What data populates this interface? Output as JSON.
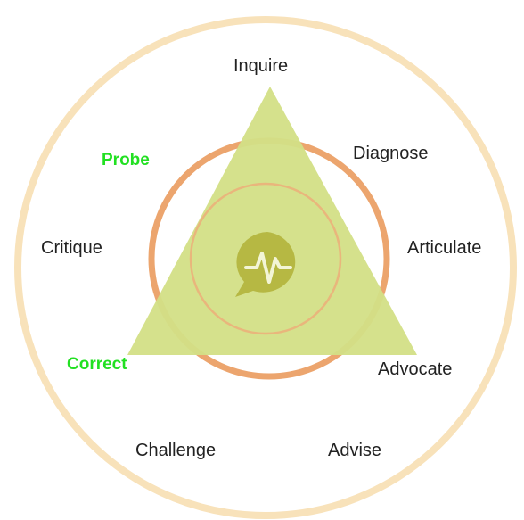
{
  "labels": {
    "inquire": "Inquire",
    "diagnose": "Diagnose",
    "probe": "Probe",
    "critique": "Critique",
    "articulate": "Articulate",
    "correct": "Correct",
    "advocate": "Advocate",
    "challenge": "Challenge",
    "advise": "Advise"
  },
  "center_icon": "pulse-speech-bubble-icon",
  "colors": {
    "outer_ring": "#f8e2ba",
    "middle_ring": "#eca56e",
    "inner_ring": "#e9b67c",
    "triangle": "#d3df86",
    "icon": "#b6b843",
    "highlight_text": "#22e022",
    "default_text": "#222222"
  }
}
